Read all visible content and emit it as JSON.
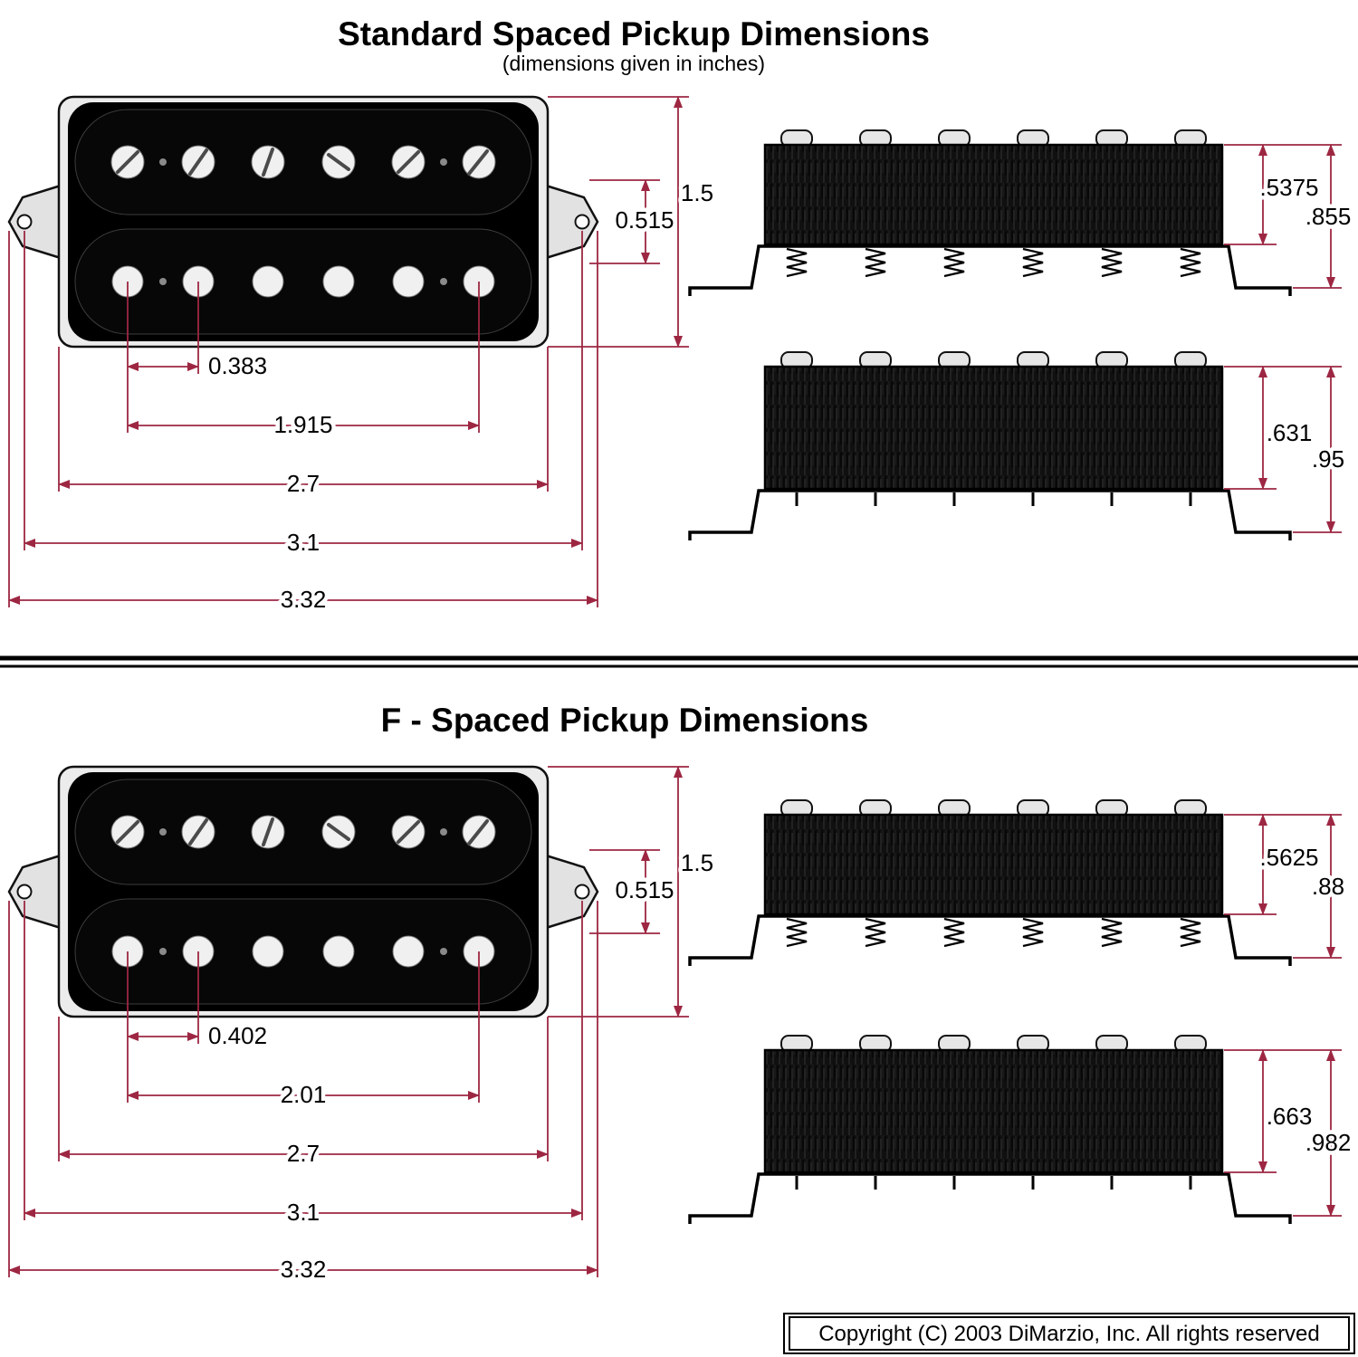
{
  "colors": {
    "dimension_line": "#9d2742"
  },
  "standard": {
    "title": "Standard Spaced Pickup Dimensions",
    "subtitle": "(dimensions given in inches)",
    "face": {
      "overall_height": "1.5",
      "ear_offset": "0.515",
      "pole_spacing": "0.383",
      "pole_span": "1.915",
      "body_width": "2.7",
      "mount_hole_span": "3.1",
      "overall_width": "3.32"
    },
    "side_front": {
      "coil_height": ".5375",
      "overall_height": ".855"
    },
    "side_rear": {
      "coil_height": ".631",
      "overall_height": ".95"
    }
  },
  "f_spaced": {
    "title": "F - Spaced Pickup Dimensions",
    "face": {
      "overall_height": "1.5",
      "ear_offset": "0.515",
      "pole_spacing": "0.402",
      "pole_span": "2.01",
      "body_width": "2.7",
      "mount_hole_span": "3.1",
      "overall_width": "3.32"
    },
    "side_front": {
      "coil_height": ".5625",
      "overall_height": ".88"
    },
    "side_rear": {
      "coil_height": ".663",
      "overall_height": ".982"
    }
  },
  "footer": {
    "copyright": "Copyright (C) 2003 DiMarzio, Inc. All rights reserved"
  }
}
